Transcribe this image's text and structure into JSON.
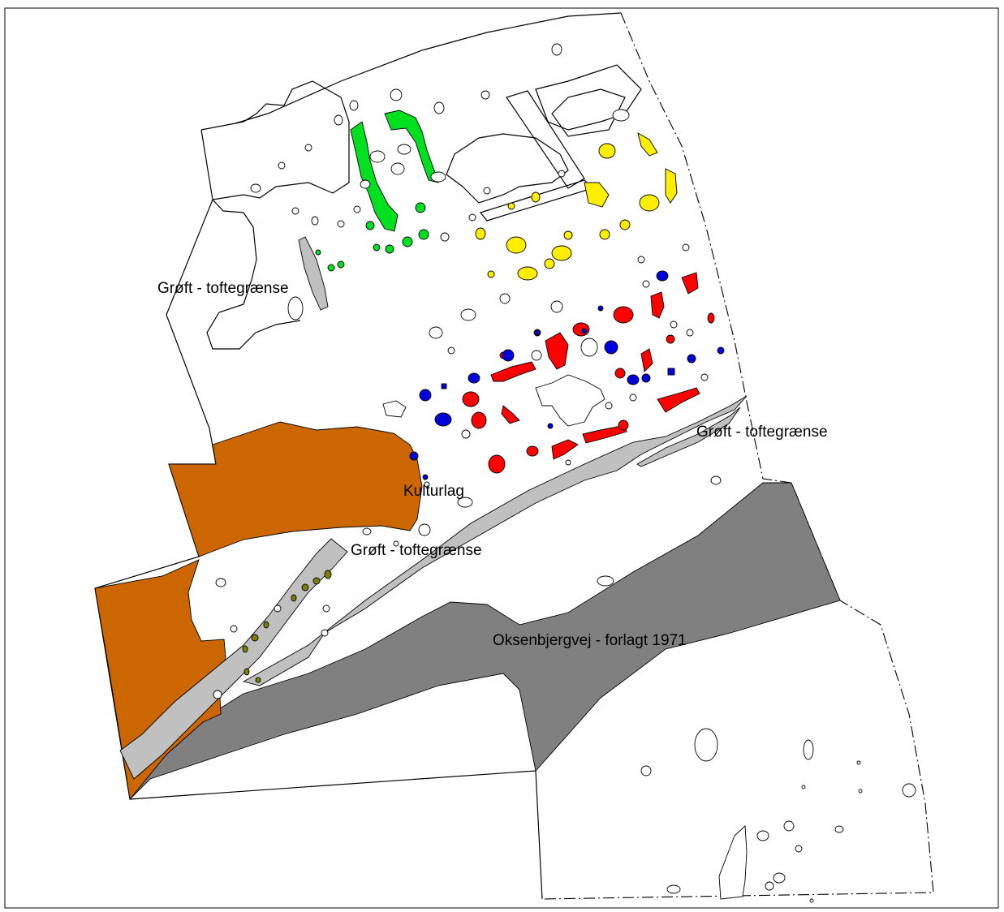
{
  "map": {
    "labels": {
      "ditch_west": "Grøft - toftegrænse",
      "ditch_east": "Grøft - toftegrænse",
      "ditch_middle": "Grøft - toftegrænse",
      "culture_layer": "Kulturlag",
      "road": "Oksenbjergvej - forlagt 1971"
    },
    "colors": {
      "culture_layer": "#cc6600",
      "road": "#808080",
      "ditch": "#c0c0c0",
      "green_features": "#00e020",
      "yellow_features": "#ffee00",
      "red_features": "#ff0000",
      "blue_features": "#0000dd",
      "olive_features": "#808000"
    }
  }
}
